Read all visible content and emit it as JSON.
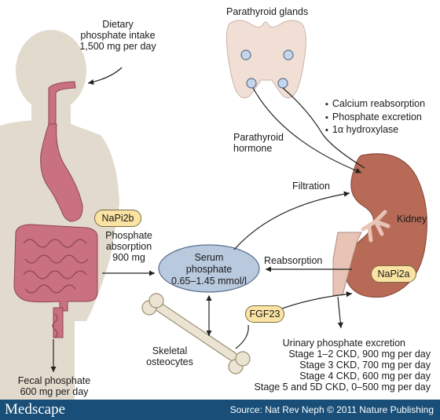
{
  "labels": {
    "dietary": [
      "Dietary",
      "phosphate intake",
      "1,500 mg per day"
    ],
    "parathyroid_glands": "Parathyroid glands",
    "parathyroid_hormone": [
      "Parathyroid",
      "hormone"
    ],
    "effects": [
      "Calcium reabsorption",
      "Phosphate excretion",
      "1α hydroxylase"
    ],
    "filtration": "Filtration",
    "kidney": "Kidney",
    "reabsorption": "Reabsorption",
    "napi2b": "NaPi2b",
    "napi2a": "NaPi2a",
    "fgf23": "FGF23",
    "absorption": [
      "Phosphate",
      "absorption",
      "900 mg"
    ],
    "serum": [
      "Serum",
      "phosphate",
      "0.65–1.45 mmol/l"
    ],
    "skeletal": [
      "Skeletal",
      "osteocytes"
    ],
    "fecal": [
      "Fecal phosphate",
      "600 mg per day"
    ],
    "urinary": [
      "Urinary phosphate excretion",
      "Stage 1–2 CKD, 900 mg per day",
      "Stage 3 CKD, 700 mg per day",
      "Stage 4 CKD, 600 mg per day",
      "Stage 5 and 5D CKD, 0–500 mg per day"
    ]
  },
  "footer": {
    "brand": "Medscape",
    "source": "Source: Nat Rev Neph © 2011 Nature Publishing"
  },
  "colors": {
    "body": "#e2dacd",
    "gut": "#c9717f",
    "kidney": "#b76a56",
    "serum_fill": "#b9c9de",
    "pill_fill": "#fbe3a3",
    "footer_bg": "#184e77"
  }
}
